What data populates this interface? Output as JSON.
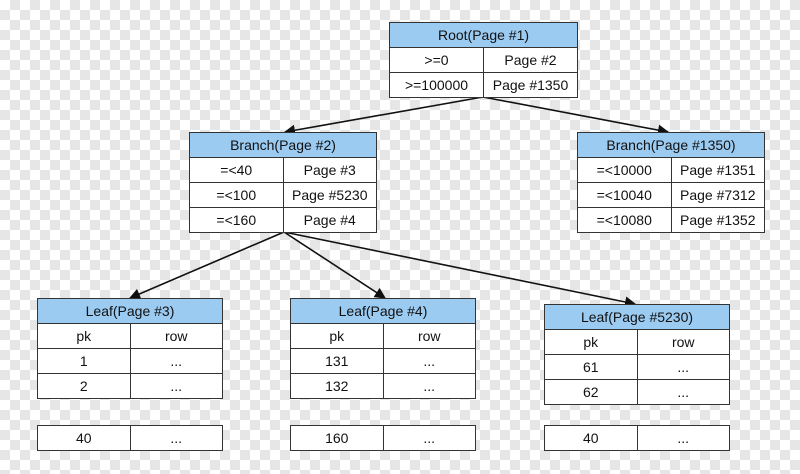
{
  "root": {
    "title": "Root(Page #1)",
    "rows": [
      {
        "key": ">=0",
        "page": "Page #2"
      },
      {
        "key": ">=100000",
        "page": "Page #1350"
      }
    ]
  },
  "branch_left": {
    "title": "Branch(Page #2)",
    "rows": [
      {
        "key": "=<40",
        "page": "Page #3"
      },
      {
        "key": "=<100",
        "page": "Page #5230"
      },
      {
        "key": "=<160",
        "page": "Page #4"
      }
    ]
  },
  "branch_right": {
    "title": "Branch(Page #1350)",
    "rows": [
      {
        "key": "=<10000",
        "page": "Page #1351"
      },
      {
        "key": "=<10040",
        "page": "Page #7312"
      },
      {
        "key": "=<10080",
        "page": "Page #1352"
      }
    ]
  },
  "leaf_3": {
    "title": "Leaf(Page #3)",
    "columns": [
      "pk",
      "row"
    ],
    "rows": [
      {
        "pk": "1",
        "row": "..."
      },
      {
        "pk": "2",
        "row": "..."
      }
    ],
    "last": {
      "pk": "40",
      "row": "..."
    }
  },
  "leaf_4": {
    "title": "Leaf(Page #4)",
    "columns": [
      "pk",
      "row"
    ],
    "rows": [
      {
        "pk": "131",
        "row": "..."
      },
      {
        "pk": "132",
        "row": "..."
      }
    ],
    "last": {
      "pk": "160",
      "row": "..."
    }
  },
  "leaf_5230": {
    "title": "Leaf(Page #5230)",
    "columns": [
      "pk",
      "row"
    ],
    "rows": [
      {
        "pk": "61",
        "row": "..."
      },
      {
        "pk": "62",
        "row": "..."
      }
    ],
    "last": {
      "pk": "40",
      "row": "..."
    }
  },
  "colors": {
    "header": "#9ccbf2",
    "border": "#333333",
    "edge": "#111111"
  }
}
